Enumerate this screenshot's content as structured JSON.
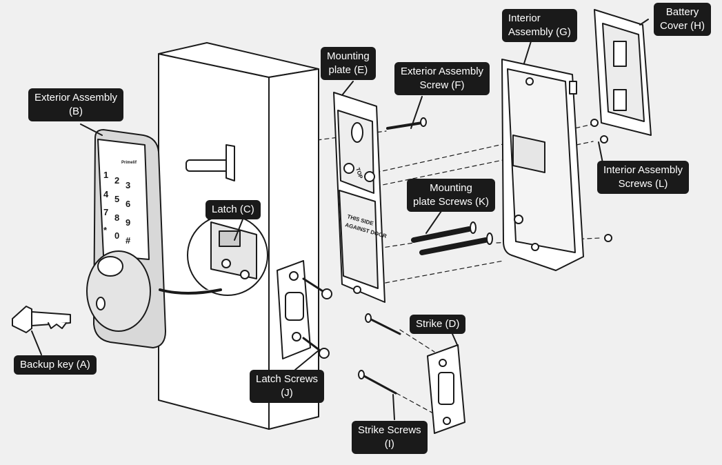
{
  "labels": {
    "backup_key": [
      "Backup key (A)"
    ],
    "exterior_assembly": [
      "Exterior Assembly",
      "(B)"
    ],
    "latch": [
      "Latch (C)"
    ],
    "strike": [
      "Strike (D)"
    ],
    "mounting_plate": [
      "Mounting",
      "plate (E)"
    ],
    "exterior_screw": [
      "Exterior Assembly",
      "Screw (F)"
    ],
    "interior_assembly": [
      "Interior",
      "Assembly (G)"
    ],
    "battery_cover": [
      "Battery",
      "Cover (H)"
    ],
    "strike_screws": [
      "Strike Screws",
      "(I)"
    ],
    "latch_screws": [
      "Latch Screws",
      "(J)"
    ],
    "mounting_plate_screws": [
      "Mounting",
      "plate Screws (K)"
    ],
    "interior_screws": [
      "Interior Assembly",
      "Screws (L)"
    ]
  },
  "keypad": {
    "brand": "Primelif",
    "keys": [
      "1",
      "2",
      "3",
      "4",
      "5",
      "6",
      "7",
      "8",
      "9",
      "*",
      "0",
      "#"
    ]
  },
  "mounting_plate_text": {
    "top": "TOP",
    "side": [
      "THIS SIDE",
      "AGAINST DOOR"
    ]
  },
  "colors": {
    "background": "#f0f0f0",
    "callout": "#1a1a1a",
    "line": "#1a1a1a"
  }
}
